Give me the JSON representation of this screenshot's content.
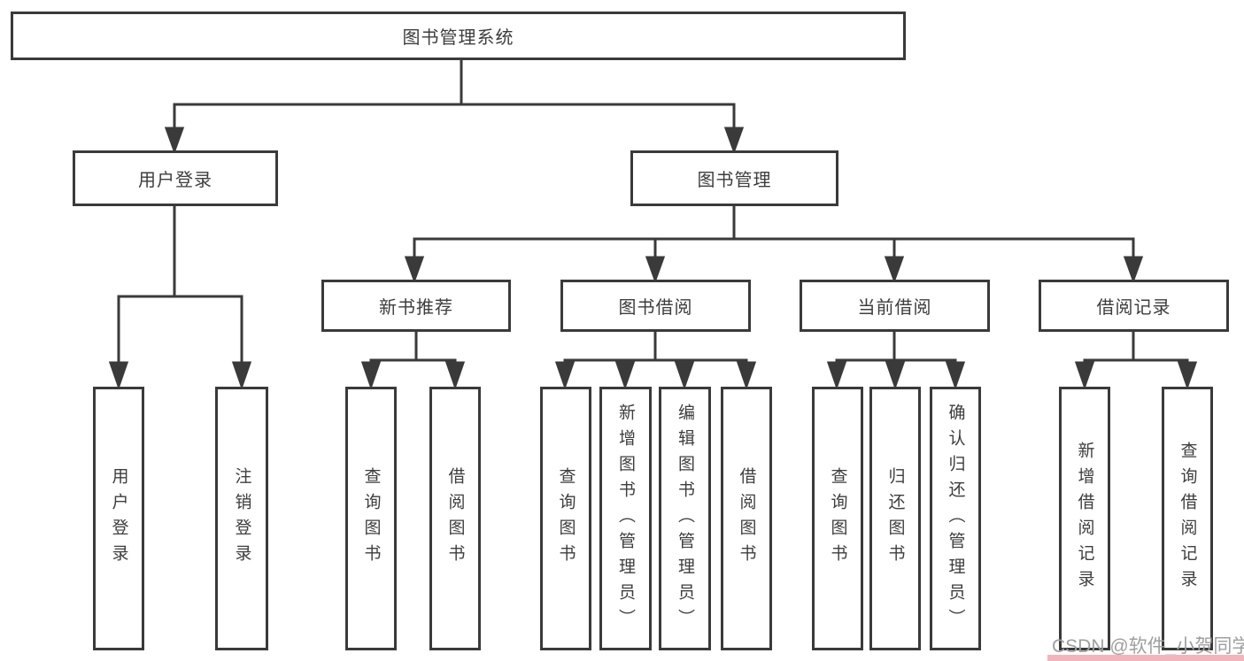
{
  "diagram": {
    "title": "图书管理系统",
    "tree": {
      "root": {
        "label": "图书管理系统"
      },
      "level2": [
        {
          "label": "用户登录"
        },
        {
          "label": "图书管理"
        }
      ],
      "level3": [
        {
          "label": "新书推荐"
        },
        {
          "label": "图书借阅"
        },
        {
          "label": "当前借阅"
        },
        {
          "label": "借阅记录"
        }
      ],
      "leaves": {
        "user_login": [
          "用户登录",
          "注销登录"
        ],
        "new_book": [
          "查询图书",
          "借阅图书"
        ],
        "book_borrow": [
          "查询图书",
          "新增图书（管理员）",
          "编辑图书（管理员）",
          "借阅图书"
        ],
        "current_borrow": [
          "查询图书",
          "归还图书",
          "确认归还（管理员）"
        ],
        "borrow_record": [
          "新增借阅记录",
          "查询借阅记录"
        ]
      }
    },
    "colors": {
      "line": "#3a3a3a",
      "box_background": "#ffffff",
      "text": "#3d3d3d",
      "watermark_text": "#9f9f9f",
      "watermark_strip": "#f3b5bd"
    }
  },
  "watermark": {
    "text": "CSDN @软件_小贺同学"
  }
}
